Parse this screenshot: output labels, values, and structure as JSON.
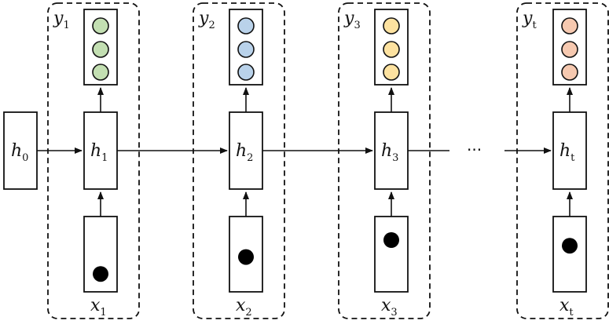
{
  "initial": {
    "base": "h",
    "sub": "0"
  },
  "steps": [
    {
      "x": {
        "base": "x",
        "sub": "1"
      },
      "h": {
        "base": "h",
        "sub": "1"
      },
      "y": {
        "base": "y",
        "sub": "1"
      },
      "input_level": 0.85,
      "output_color": "#c3dfb2"
    },
    {
      "x": {
        "base": "x",
        "sub": "2"
      },
      "h": {
        "base": "h",
        "sub": "2"
      },
      "y": {
        "base": "y",
        "sub": "2"
      },
      "input_level": 0.55,
      "output_color": "#b9d2ea"
    },
    {
      "x": {
        "base": "x",
        "sub": "3"
      },
      "h": {
        "base": "h",
        "sub": "3"
      },
      "y": {
        "base": "y",
        "sub": "3"
      },
      "input_level": 0.25,
      "output_color": "#fde2a0"
    },
    {
      "x": {
        "base": "x",
        "sub": "t"
      },
      "h": {
        "base": "h",
        "sub": "t"
      },
      "y": {
        "base": "y",
        "sub": "t"
      },
      "input_level": 0.35,
      "output_color": "#f6c9b0"
    }
  ],
  "ellipsis": "···"
}
